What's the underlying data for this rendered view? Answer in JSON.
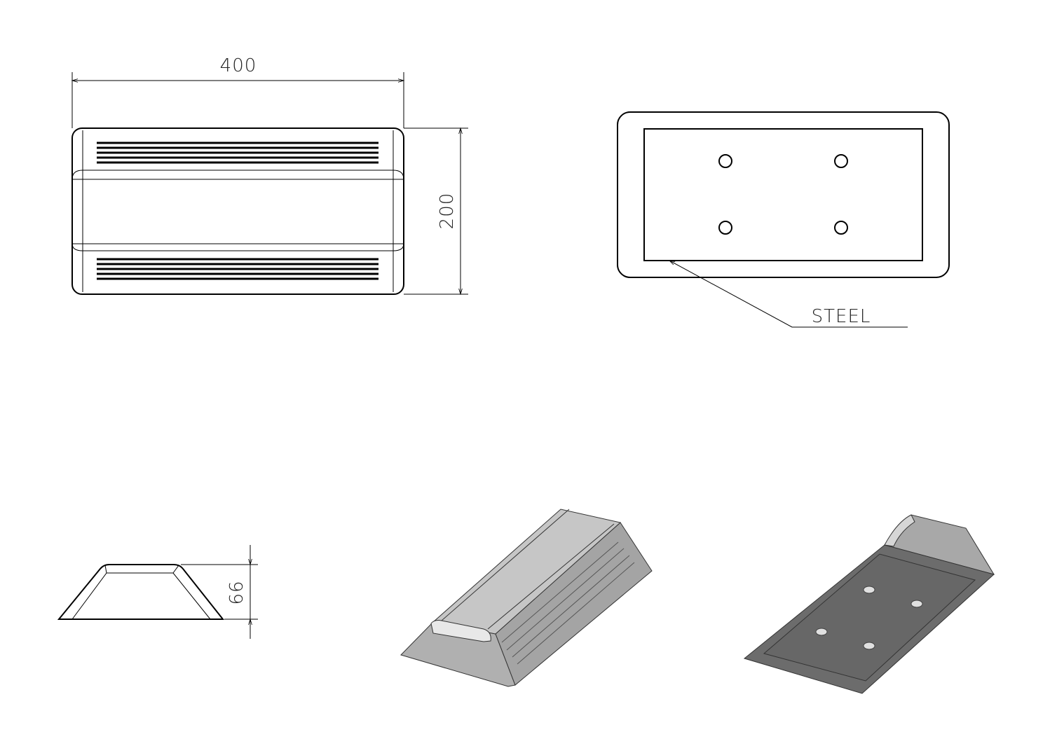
{
  "drawing": {
    "dimensions": {
      "length": "400",
      "width": "200",
      "height": "66"
    },
    "callout": {
      "material": "STEEL"
    },
    "colors": {
      "line": "#000000",
      "shade_light": "#c8c8c8",
      "shade_mid": "#a6a6a6",
      "shade_dark": "#6a6a6a"
    }
  }
}
